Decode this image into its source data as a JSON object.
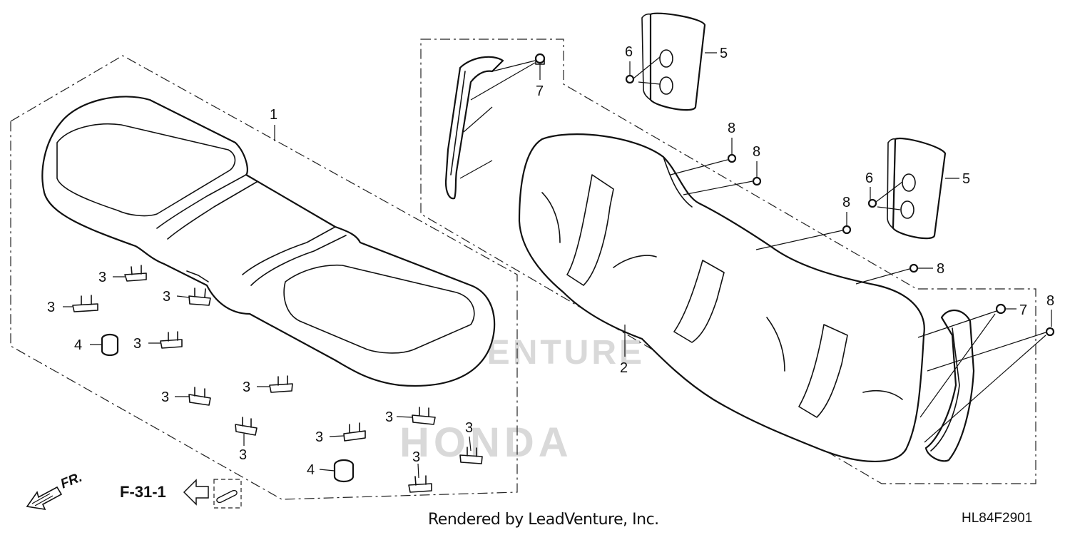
{
  "diagram": {
    "callouts": {
      "c1": "1",
      "c2": "2",
      "c3": "3",
      "c4": "4",
      "c5": "5",
      "c6": "6",
      "c7": "7",
      "c8": "8"
    },
    "reference": "F-31-1",
    "front_label": "FR.",
    "watermark": "LEADVENTURE",
    "watermark_brand": "HONDA"
  },
  "footer": {
    "rendered_by": "Rendered by LeadVenture, Inc.",
    "diagram_code": "HL84F2901"
  }
}
